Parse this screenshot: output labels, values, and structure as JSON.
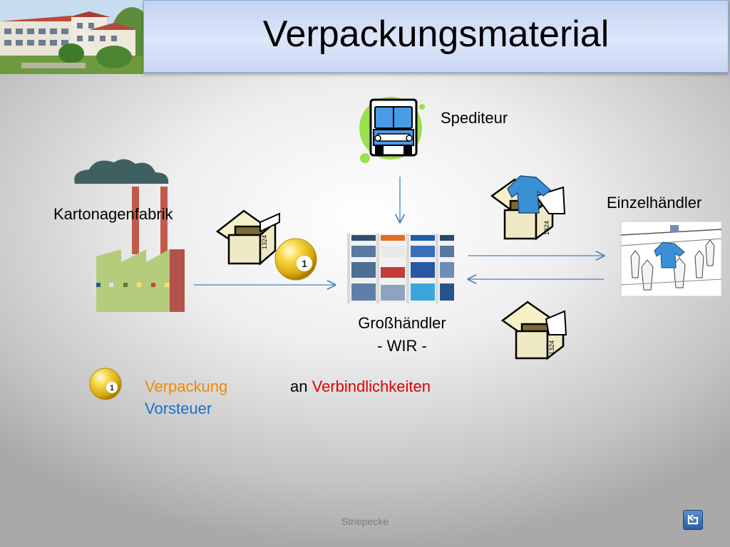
{
  "slide": {
    "title": "Verpackungsmaterial",
    "footer": "Striepecke"
  },
  "actors": {
    "spediteur": "Spediteur",
    "kartonagenfabrik": "Kartonagenfabrik",
    "einzelhaendler": "Einzelhändler",
    "grosshaendler_line1": "Großhändler",
    "grosshaendler_line2": "- WIR -"
  },
  "booking": {
    "ball_number": "1",
    "debit_1": "Verpackung",
    "debit_2": "Vorsteuer",
    "an_word": "an",
    "credit": "Verbindlichkeiten"
  },
  "box_labels": {
    "box_1": "1324",
    "box_2": "1324",
    "box_3": "1324"
  },
  "icons": {
    "photo": "school-building-photo",
    "truck": "truck-icon",
    "factory": "factory-icon",
    "shelf": "clothing-shelf-photo",
    "store": "store-sketch-icon",
    "ball": "billiard-ball-icon",
    "back": "back-arrow-icon"
  },
  "colors": {
    "debit": "#f08a00",
    "vorsteuer": "#1a6fc4",
    "credit": "#e00000",
    "arrow": "#4a7fc1",
    "title_bar": "#d3dff7"
  }
}
